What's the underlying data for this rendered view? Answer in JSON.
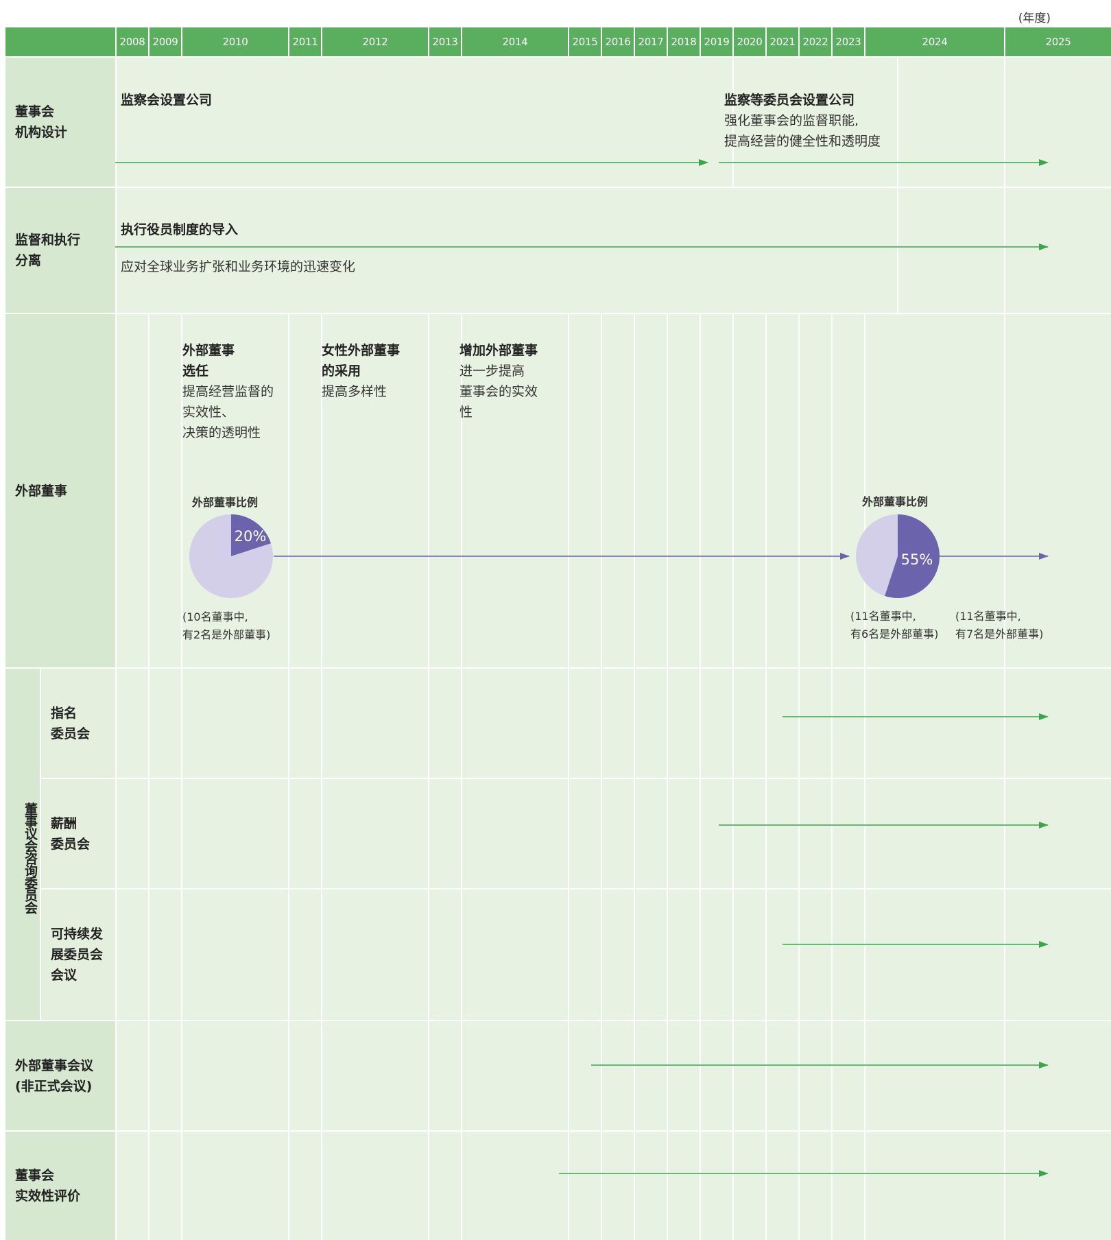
{
  "unit_label": "(年度)",
  "years": [
    "2008",
    "2009",
    "2010",
    "2011",
    "2012",
    "2013",
    "2014",
    "2015",
    "2016",
    "2017",
    "2018",
    "2019",
    "2020",
    "2021",
    "2022",
    "2023",
    "2024",
    "2025"
  ],
  "rows": {
    "board_design": "董事会\n机构设计",
    "separation": "监督和执行\n分离",
    "outside_directors": "外部董事",
    "advisory_group": "董事议会咨询委员会",
    "nomination": "指名\n委员会",
    "compensation": "薪酬\n委员会",
    "sustainability": "可持续发\n展委员会\n会议",
    "outside_meeting": "外部董事会议\n(非正式会议)",
    "evaluation": "董事会\n实效性评价"
  },
  "board_design": {
    "left_title": "监察会设置公司",
    "right_title": "监察等委员会设置公司",
    "right_desc": "强化董事会的监督职能,\n提高经营的健全性和透明度"
  },
  "separation": {
    "title": "执行役员制度的导入",
    "desc": "应对全球业务扩张和业务环境的迅速变化"
  },
  "outside": {
    "item1_title": "外部董事\n选任",
    "item1_desc": "提高经营监督的\n实效性、\n决策的透明性",
    "item2_title": "女性外部董事\n的采用",
    "item2_desc": "提高多样性",
    "item3_title": "增加外部董事",
    "item3_desc": "进一步提高\n董事会的实效\n性",
    "pie1_title": "外部董事比例",
    "pie1_value": 20,
    "pie1_label": "20%",
    "pie1_note": "(10名董事中,\n有2名是外部董事)",
    "pie2_title": "外部董事比例",
    "pie2_value": 55,
    "pie2_label": "55%",
    "pie2_note": "(11名董事中,\n有6名是外部董事)",
    "note_2025": "(11名董事中,\n有7名是外部董事)"
  },
  "colors": {
    "header_green": "#5aaf5f",
    "label_green": "#d6e8cf",
    "cell_green": "#e8f2e2",
    "arrow_green": "#3aa64b",
    "purple": "#6b64ad",
    "light_purple": "#d3cfe8"
  }
}
